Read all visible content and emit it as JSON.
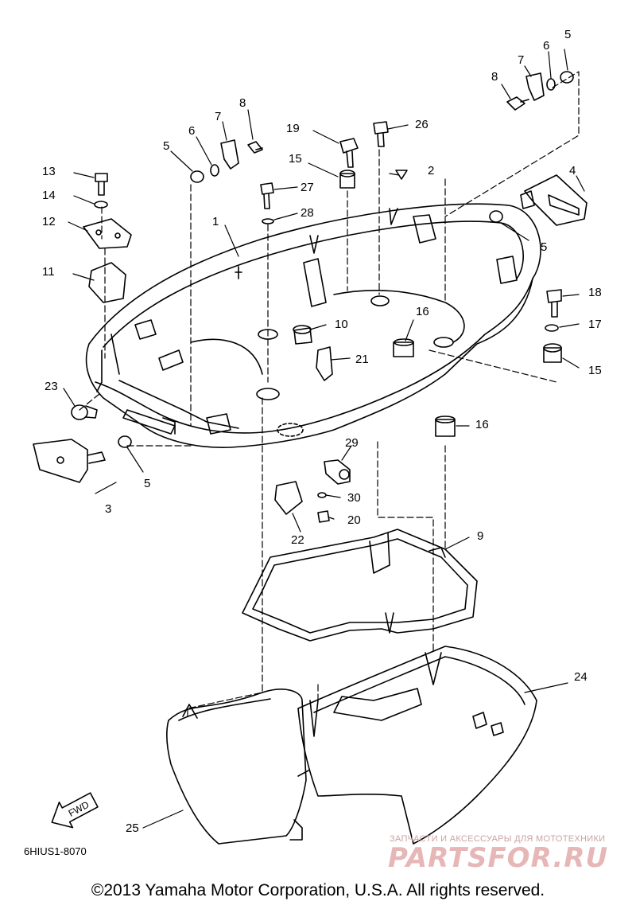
{
  "diagram": {
    "code": "6HIUS1-8070",
    "copyright": "©2013 Yamaha Motor Corporation, U.S.A. All rights reserved.",
    "fwd_label": "FWD",
    "watermark": {
      "tagline": "ЗАПЧАСТИ И АКСЕССУАРЫ ДЛЯ МОТОТЕХНИКИ",
      "logo": "PARTSFOR.RU"
    },
    "callouts": [
      {
        "id": "c1",
        "text": "1"
      },
      {
        "id": "c2",
        "text": "2"
      },
      {
        "id": "c3",
        "text": "3"
      },
      {
        "id": "c4",
        "text": "4"
      },
      {
        "id": "c5a",
        "text": "5"
      },
      {
        "id": "c5b",
        "text": "5"
      },
      {
        "id": "c5c",
        "text": "5"
      },
      {
        "id": "c5d",
        "text": "5"
      },
      {
        "id": "c6a",
        "text": "6"
      },
      {
        "id": "c6b",
        "text": "6"
      },
      {
        "id": "c7a",
        "text": "7"
      },
      {
        "id": "c7b",
        "text": "7"
      },
      {
        "id": "c8a",
        "text": "8"
      },
      {
        "id": "c8b",
        "text": "8"
      },
      {
        "id": "c9",
        "text": "9"
      },
      {
        "id": "c10",
        "text": "10"
      },
      {
        "id": "c11",
        "text": "11"
      },
      {
        "id": "c12",
        "text": "12"
      },
      {
        "id": "c13",
        "text": "13"
      },
      {
        "id": "c14",
        "text": "14"
      },
      {
        "id": "c15a",
        "text": "15"
      },
      {
        "id": "c15b",
        "text": "15"
      },
      {
        "id": "c16a",
        "text": "16"
      },
      {
        "id": "c16b",
        "text": "16"
      },
      {
        "id": "c17",
        "text": "17"
      },
      {
        "id": "c18",
        "text": "18"
      },
      {
        "id": "c19",
        "text": "19"
      },
      {
        "id": "c20",
        "text": "20"
      },
      {
        "id": "c21",
        "text": "21"
      },
      {
        "id": "c22",
        "text": "22"
      },
      {
        "id": "c23",
        "text": "23"
      },
      {
        "id": "c24",
        "text": "24"
      },
      {
        "id": "c25",
        "text": "25"
      },
      {
        "id": "c26",
        "text": "26"
      },
      {
        "id": "c27",
        "text": "27"
      },
      {
        "id": "c28",
        "text": "28"
      },
      {
        "id": "c29",
        "text": "29"
      },
      {
        "id": "c30",
        "text": "30"
      }
    ]
  }
}
